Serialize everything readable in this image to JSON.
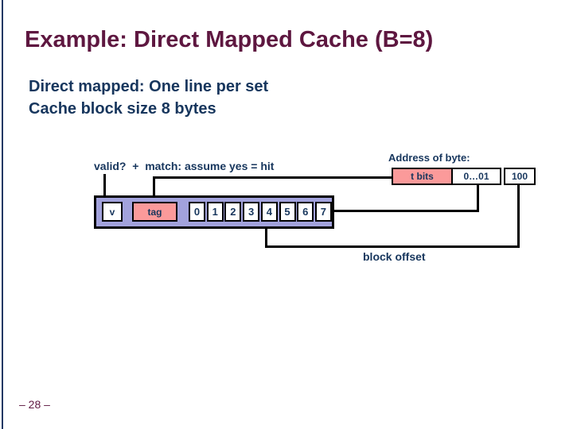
{
  "slide": {
    "title": "Example: Direct Mapped Cache (B=8)",
    "subtitle_line1": "Direct mapped: One line per set",
    "subtitle_line2": "Cache block size 8 bytes",
    "page_number": "– 28 –"
  },
  "diagram": {
    "match_label": "valid?  +  match: assume yes = hit",
    "address_label": "Address of byte:",
    "address_fields": [
      {
        "label": "t bits",
        "role": "tag bits"
      },
      {
        "label": "0…01",
        "role": "set index"
      },
      {
        "label": "100",
        "role": "block offset"
      }
    ],
    "cache_line": {
      "valid_label": "v",
      "tag_label": "tag",
      "byte_cells": [
        "0",
        "1",
        "2",
        "3",
        "4",
        "5",
        "6",
        "7"
      ]
    },
    "block_offset_label": "block offset"
  },
  "colors": {
    "title_maroon": "#5e1740",
    "body_navy": "#17365d",
    "field_pink": "#fb9a9a",
    "line_lavender": "#a2a2dc",
    "connector_black": "#000000"
  }
}
